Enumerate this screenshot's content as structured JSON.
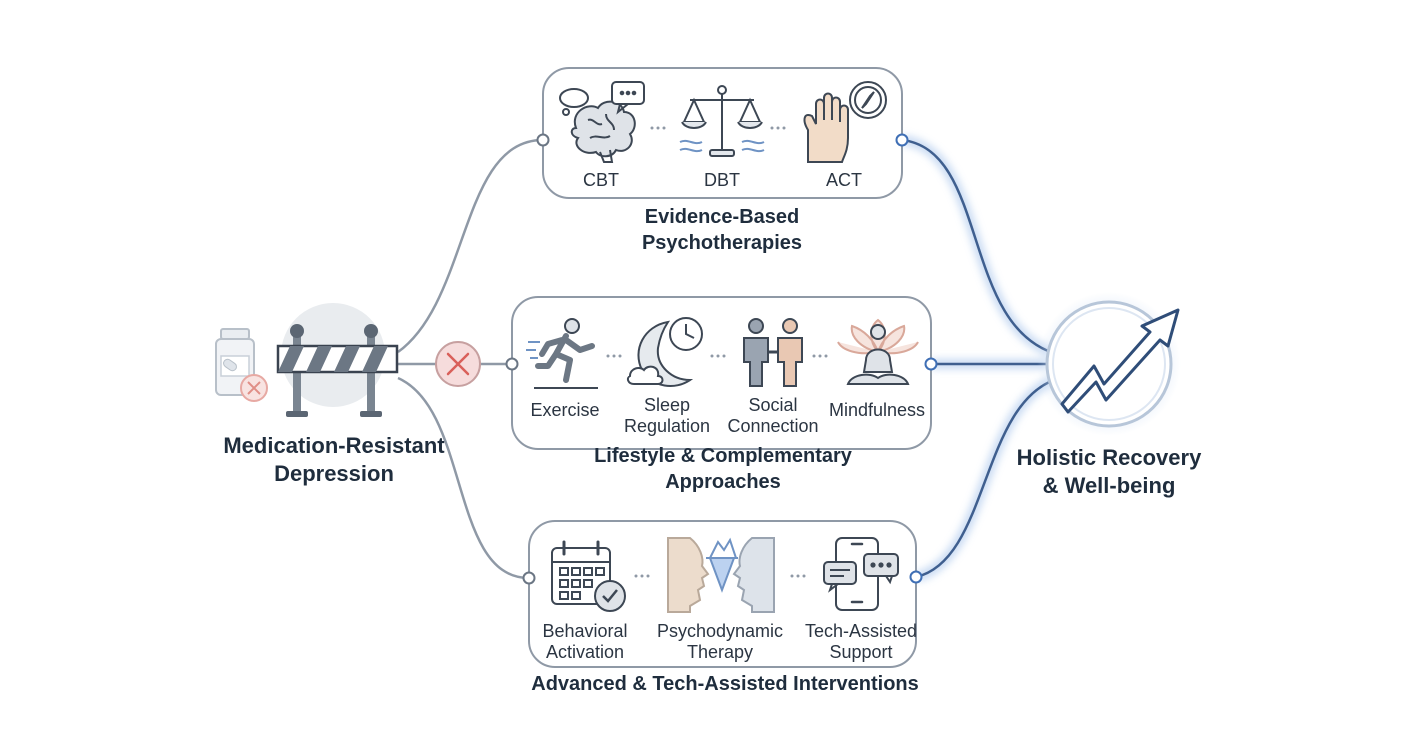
{
  "source": {
    "title": "Medication-Resistant\nDepression"
  },
  "target": {
    "title": "Holistic Recovery\n& Well-being"
  },
  "groups": {
    "psychotherapies": {
      "title": "Evidence-Based\nPsychotherapies",
      "items": [
        {
          "label": "CBT",
          "icon": "brain-icon"
        },
        {
          "label": "DBT",
          "icon": "balance-scale-icon"
        },
        {
          "label": "ACT",
          "icon": "hand-compass-icon"
        }
      ]
    },
    "lifestyle": {
      "title": "Lifestyle & Complementary\nApproaches",
      "items": [
        {
          "label": "Exercise",
          "icon": "running-person-icon"
        },
        {
          "label": "Sleep\nRegulation",
          "icon": "moon-clock-icon"
        },
        {
          "label": "Social\nConnection",
          "icon": "two-people-icon"
        },
        {
          "label": "Mindfulness",
          "icon": "meditation-icon"
        }
      ]
    },
    "advanced": {
      "title": "Advanced & Tech-Assisted Interventions",
      "items": [
        {
          "label": "Behavioral\nActivation",
          "icon": "calendar-check-icon"
        },
        {
          "label": "Psychodynamic\nTherapy",
          "icon": "faces-iceberg-icon"
        },
        {
          "label": "Tech-Assisted\nSupport",
          "icon": "phone-chat-icon"
        }
      ]
    }
  },
  "colors": {
    "line": "#8f99a6",
    "accent": "#3f6fb5",
    "glow": "#bcd2f0",
    "blocked": "#d9605a",
    "blocked_bg": "#f6dcdc",
    "box_stroke": "#8f99a6"
  }
}
